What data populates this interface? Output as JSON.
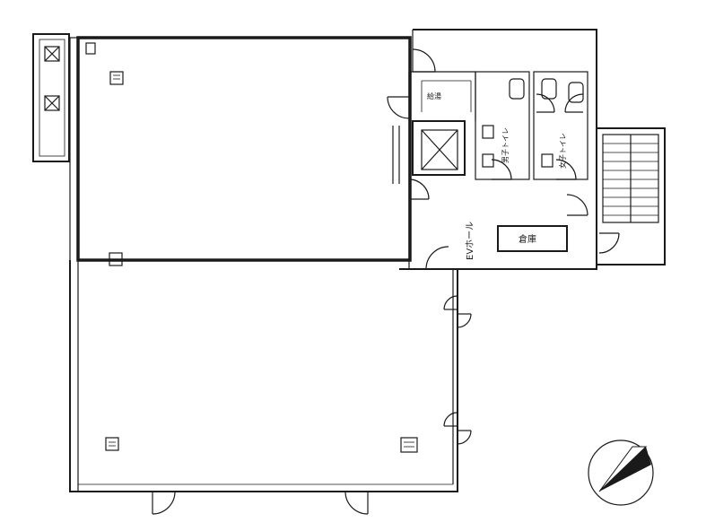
{
  "labels": {
    "ev_hall": "EVホール",
    "male_toilet": "男子トイレ",
    "female_toilet": "女子トイレ",
    "kitchen": "給湯",
    "storage": "倉庫"
  },
  "colors": {
    "line": "#1a1a1a",
    "background": "#ffffff"
  },
  "icons": {
    "compass": "north-arrow-icon",
    "elevator": "elevator-shaft-icon",
    "stairs": "stairs-icon",
    "pipe_shafts": "pipe-shaft-icon"
  }
}
